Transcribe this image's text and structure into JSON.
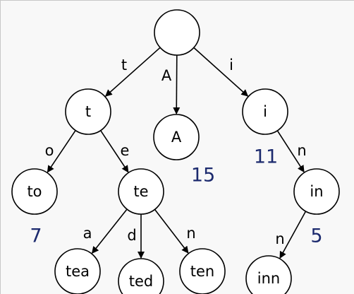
{
  "nodes": [
    {
      "id": "root",
      "label": ""
    },
    {
      "id": "t",
      "label": "t"
    },
    {
      "id": "A",
      "label": "A"
    },
    {
      "id": "i",
      "label": "i"
    },
    {
      "id": "to",
      "label": "to"
    },
    {
      "id": "te",
      "label": "te"
    },
    {
      "id": "in",
      "label": "in"
    },
    {
      "id": "tea",
      "label": "tea"
    },
    {
      "id": "ted",
      "label": "ted"
    },
    {
      "id": "ten",
      "label": "ten"
    },
    {
      "id": "inn",
      "label": "inn"
    }
  ],
  "edges": [
    {
      "from": "root",
      "to": "t",
      "label": "t"
    },
    {
      "from": "root",
      "to": "A",
      "label": "A"
    },
    {
      "from": "root",
      "to": "i",
      "label": "i"
    },
    {
      "from": "t",
      "to": "to",
      "label": "o"
    },
    {
      "from": "t",
      "to": "te",
      "label": "e"
    },
    {
      "from": "i",
      "to": "in",
      "label": "n"
    },
    {
      "from": "te",
      "to": "tea",
      "label": "a"
    },
    {
      "from": "te",
      "to": "ted",
      "label": "d"
    },
    {
      "from": "te",
      "to": "ten",
      "label": "n"
    },
    {
      "from": "in",
      "to": "inn",
      "label": "n"
    }
  ],
  "values": [
    {
      "node": "A",
      "text": "15"
    },
    {
      "node": "i",
      "text": "11"
    },
    {
      "node": "to",
      "text": "7"
    },
    {
      "node": "in",
      "text": "5"
    }
  ],
  "colors": {
    "node_fill": "#ffffff",
    "stroke": "#000000",
    "value_text": "#1c2a6e",
    "background": "#f8f8f8"
  }
}
